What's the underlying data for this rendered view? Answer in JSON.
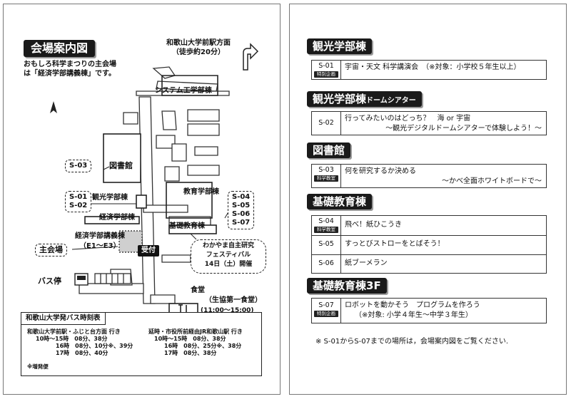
{
  "left": {
    "title": "会場案内図",
    "intro_line1": "おもしろ科学まつりの主会場",
    "intro_line2": "は「経済学部講義棟」です。",
    "station_line1": "和歌山大学前駅方面",
    "station_line2": "（徒歩約20分）",
    "labels": {
      "system": "システム工学部棟",
      "library": "図書館",
      "kanko": "観光学部棟",
      "keizai": "経済学部棟",
      "keizai_lecture": "経済学部講義棟",
      "keizai_lecture_range": "（E1～E3）",
      "kyoiku": "教育学部棟",
      "kiso": "基礎教育棟",
      "main_venue": "主会場",
      "bus_stop": "バス停",
      "reception": "受付",
      "cafeteria": "食堂",
      "cafeteria_name": "（生協第一食堂）",
      "cafeteria_hours": "(11:00～15:00)"
    },
    "codes": {
      "library": "S-03",
      "kanko": [
        "S-01",
        "S-02"
      ],
      "kiso": [
        "S-04",
        "S-05",
        "S-06",
        "S-07"
      ]
    },
    "bubble": [
      "わかやま自主研究",
      "フェスティバル",
      "14日（土）開催"
    ],
    "timetable": {
      "title": "和歌山大学発バス時刻表",
      "col1": {
        "dir": "和歌山大学前駅・ふじと台方面 行き",
        "rows": [
          "10時～15時　08分、38分",
          "16時　08分、10分※、39分",
          "17時　08分、40分"
        ]
      },
      "col2": {
        "dir": "延時・市役所前経由JR和歌山駅 行き",
        "rows": [
          "10時～15時　08分、38分",
          "16時　08分、25分※、38分",
          "17時　08分、38分"
        ]
      },
      "note": "※増発便"
    }
  },
  "right": {
    "sections": [
      {
        "title": "観光学部棟",
        "events": [
          {
            "code": "S-01",
            "badge": "特別企画",
            "line1": "宇宙・天文 科学講演会　（※対象：小学校５年生以上）",
            "line2": ""
          }
        ]
      },
      {
        "title": "観光学部棟",
        "title_small": "ドームシアター",
        "events": [
          {
            "code": "S-02",
            "badge": "",
            "line1": "行ってみたいのはどっち？　海 or 宇宙",
            "line2": "～観光デジタルドームシアターで体験しよう！～"
          }
        ]
      },
      {
        "title": "図書館",
        "events": [
          {
            "code": "S-03",
            "badge": "科学教室",
            "line1": "何を研究するか決める",
            "line2": "～かべ全面ホワイトボードで～"
          }
        ]
      },
      {
        "title": "基礎教育棟",
        "events": [
          {
            "code": "S-04",
            "badge": "科学教室",
            "line1": "飛べ！紙ひこうき",
            "line2": ""
          },
          {
            "code": "S-05",
            "badge": "",
            "line1": "すっとびストローをとばそう！",
            "line2": ""
          },
          {
            "code": "S-06",
            "badge": "",
            "line1": "紙ブーメラン",
            "line2": ""
          }
        ]
      },
      {
        "title": "基礎教育棟3F",
        "events": [
          {
            "code": "S-07",
            "badge": "特別企画",
            "line1": "ロボットを動かそう　プログラムを作ろう",
            "line2": "（※対象: 小学４年生～中学３年生）"
          }
        ]
      }
    ],
    "footnote": "※ S-01からS-07までの場所は，会場案内図をご覧ください."
  }
}
